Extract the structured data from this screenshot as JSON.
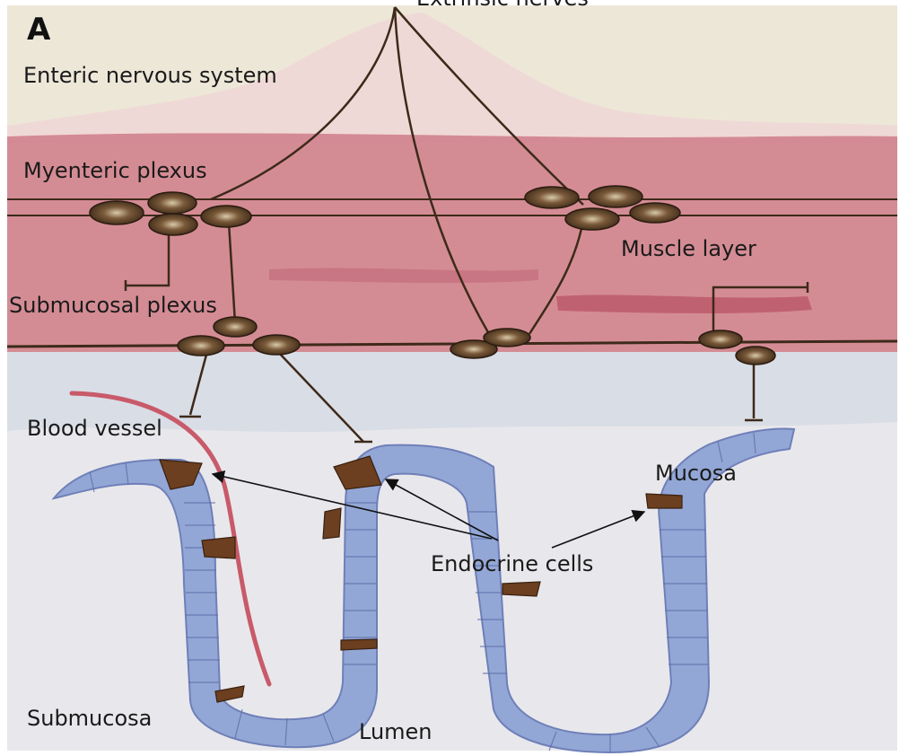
{
  "figure": {
    "panel_letter": "A",
    "labels": {
      "extrinsic_nerves": "Extrinsic nerves",
      "enteric_nervous_system": "Enteric nervous system",
      "myenteric_plexus": "Myenteric plexus",
      "submucosal_plexus": "Submucosal plexus",
      "muscle_layer": "Muscle layer",
      "blood_vessel": "Blood vessel",
      "mucosa": "Mucosa",
      "endocrine_cells": "Endocrine cells",
      "submucosa": "Submucosa",
      "lumen": "Lumen"
    }
  },
  "colors": {
    "background": "#ede7d8",
    "muscle": "#c9707e",
    "submucosa": "#dfe1e6",
    "epithelium": "#93a7d6",
    "neuron": "#5b4029",
    "nerve_fiber": "#3d2a1a",
    "blood_vessel": "#c85a6a",
    "arrow": "#111111"
  }
}
